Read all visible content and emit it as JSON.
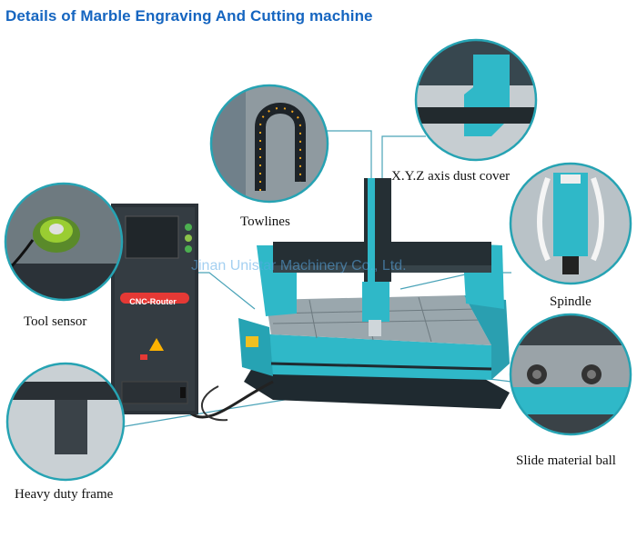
{
  "title": "Details of Marble Engraving And Cutting machine",
  "watermark": "Jinan Unistar Machinery Co., Ltd.",
  "cabinet_label": "CNC-Router",
  "callouts": [
    {
      "id": "towlines",
      "label": "Towlines"
    },
    {
      "id": "dust-cover",
      "label": "X.Y.Z axis dust cover"
    },
    {
      "id": "tool-sensor",
      "label": "Tool sensor"
    },
    {
      "id": "spindle",
      "label": "Spindle"
    },
    {
      "id": "slide-ball",
      "label": "Slide material ball"
    },
    {
      "id": "frame",
      "label": "Heavy duty frame"
    }
  ],
  "colors": {
    "title": "#1565c0",
    "machine_blue": "#2fb8c8",
    "leader_line": "#4aa3b8"
  }
}
